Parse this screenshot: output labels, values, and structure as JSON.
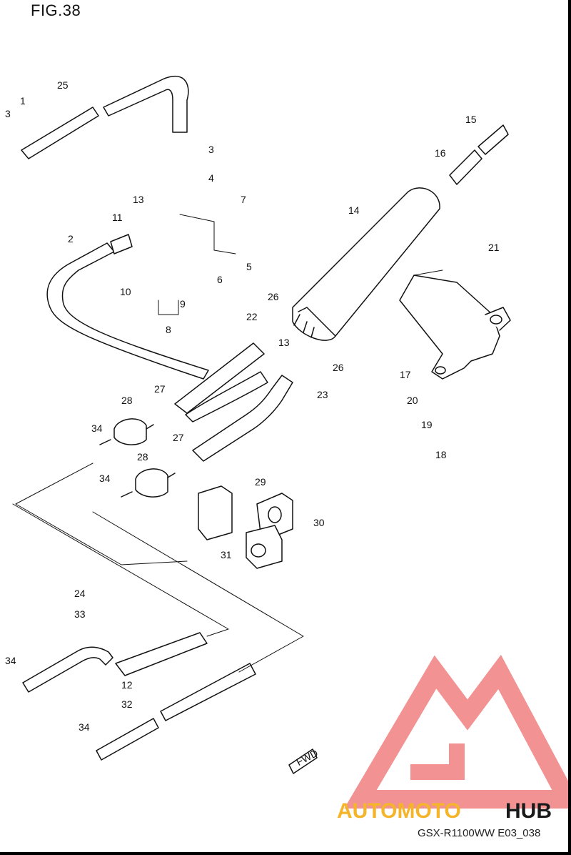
{
  "figure": {
    "title": "FIG.38",
    "caption": "GSX-R1100WW  E03_038"
  },
  "watermark": {
    "brand_part1": "AUTOMOTO",
    "brand_part2": "HUB",
    "color_part1": "#f5b52a",
    "color_part2": "#1a1a1a",
    "logo_color": "#f08080"
  },
  "fwd_label": "FWD",
  "callouts": {
    "c1": "1",
    "c2": "2",
    "c3a": "3",
    "c3b": "3",
    "c4": "4",
    "c5": "5",
    "c6": "6",
    "c7": "7",
    "c8": "8",
    "c9": "9",
    "c10": "10",
    "c11": "11",
    "c12": "12",
    "c13a": "13",
    "c13b": "13",
    "c14": "14",
    "c15": "15",
    "c16": "16",
    "c17": "17",
    "c18": "18",
    "c19": "19",
    "c20": "20",
    "c21": "21",
    "c22": "22",
    "c23": "23",
    "c24": "24",
    "c25": "25",
    "c26a": "26",
    "c26b": "26",
    "c27a": "27",
    "c27b": "27",
    "c28a": "28",
    "c28b": "28",
    "c29": "29",
    "c30": "30",
    "c31": "31",
    "c32": "32",
    "c33": "33",
    "c34a": "34",
    "c34b": "34",
    "c34c": "34",
    "c34d": "34"
  }
}
